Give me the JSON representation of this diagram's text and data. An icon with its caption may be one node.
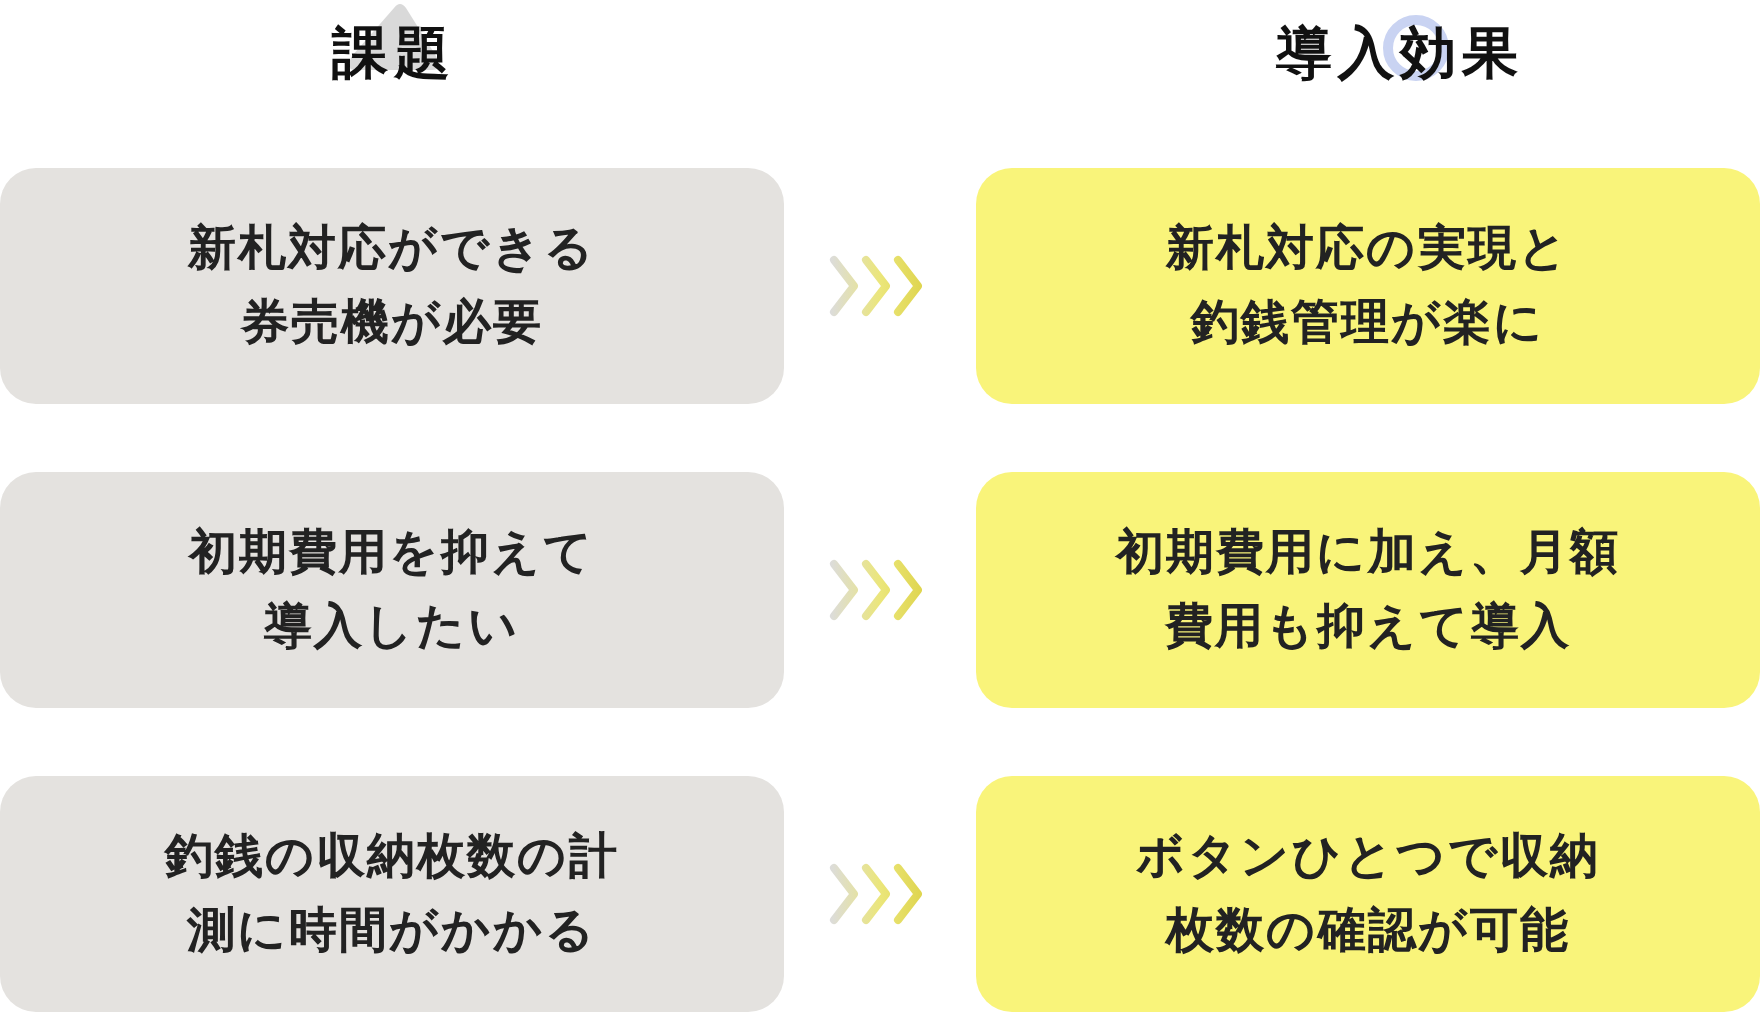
{
  "diagram": {
    "nodes": [
      {
        "text": [
          "新札対応ができる券売機が必要"
        ]
      },
      {
        "text": [
          "新札対応の実現と釣銭管理が楽に"
        ]
      },
      {
        "text": [
          "初期費用を抑えて導入したい"
        ]
      },
      {
        "text": [
          "初期費用に加え、月額費用も抑えて導入"
        ]
      },
      {
        "text": [
          "釣銭の収納枚数の計測に時間がかかる"
        ]
      },
      {
        "text": [
          "ボタンひとつで収納枚数の確認が可能"
        ]
      }
    ],
    "edges": [
      {
        "from": 0,
        "to": 1,
        "arrow": "to"
      },
      {
        "from": 2,
        "to": 3,
        "arrow": "to"
      },
      {
        "from": 4,
        "to": 5,
        "arrow": "to"
      }
    ],
    "labels": [
      "課題",
      "導入効果"
    ]
  }
}
